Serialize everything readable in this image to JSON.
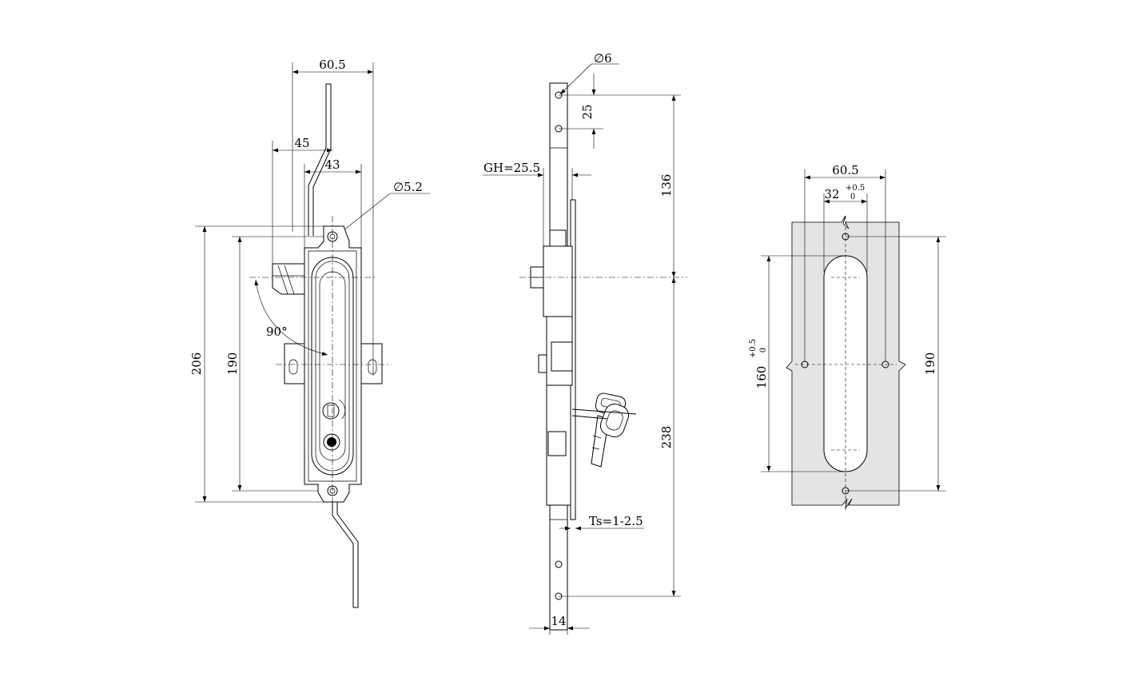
{
  "front_view": {
    "dim_width": "60.5",
    "dim_handle_offset": "45",
    "dim_body_width": "43",
    "dim_hole": "∅5.2",
    "dim_overall_height": "206",
    "dim_hole_spacing": "190",
    "dim_rotation": "90°"
  },
  "side_view": {
    "dim_rod_hole": "∅6",
    "dim_hole_pitch": "25",
    "dim_gh": "GH=25.5",
    "dim_upper": "136",
    "dim_lower": "238",
    "dim_ts": "Ts=1-2.5",
    "dim_rod_width": "14"
  },
  "cutout_view": {
    "dim_width": "60.5",
    "dim_slot_width": "32",
    "tol_plus": "+0.5",
    "tol_zero": "0",
    "dim_slot_height": "160",
    "tol_slot_plus": "+0.5",
    "tol_slot_zero": "0",
    "dim_hole_spacing": "190"
  }
}
